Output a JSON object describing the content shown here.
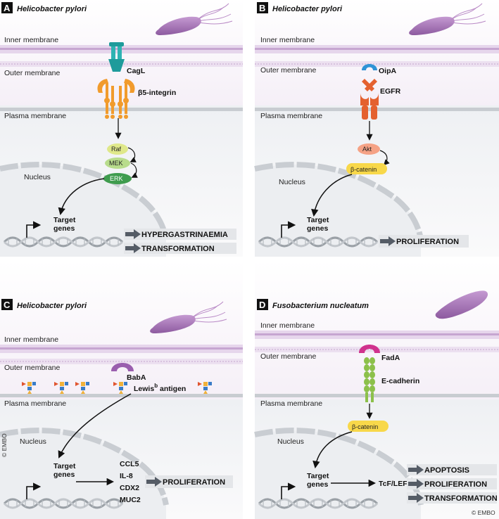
{
  "panels": {
    "A": {
      "letter": "A",
      "organism": "Helicobacter pylori",
      "inner_membrane": "Inner membrane",
      "outer_membrane": "Outer membrane",
      "plasma_membrane": "Plasma membrane",
      "adhesin": "CagL",
      "receptor": "β5-integrin",
      "kinases": [
        "Raf",
        "MEK",
        "ERK"
      ],
      "nucleus": "Nucleus",
      "target_genes": [
        "Target",
        "genes"
      ],
      "outcomes": [
        "HYPERGASTRINAEMIA",
        "TRANSFORMATION"
      ]
    },
    "B": {
      "letter": "B",
      "organism": "Helicobacter pylori",
      "inner_membrane": "Inner membrane",
      "outer_membrane": "Outer membrane",
      "plasma_membrane": "Plasma membrane",
      "adhesin": "OipA",
      "receptor": "EGFR",
      "kinase": "Akt",
      "effector": "β-catenin",
      "nucleus": "Nucleus",
      "target_genes": [
        "Target",
        "genes"
      ],
      "outcomes": [
        "PROLIFERATION"
      ]
    },
    "C": {
      "letter": "C",
      "organism": "Helicobacter pylori",
      "inner_membrane": "Inner membrane",
      "outer_membrane": "Outer membrane",
      "plasma_membrane": "Plasma membrane",
      "adhesin": "BabA",
      "antigen_prefix": "Lewis",
      "antigen_sup": "b",
      "antigen_suffix": " antigen",
      "nucleus": "Nucleus",
      "target_genes": [
        "Target",
        "genes"
      ],
      "genes": [
        "CCL5",
        "IL-8",
        "CDX2",
        "MUC2"
      ],
      "outcomes": [
        "PROLIFERATION"
      ],
      "credit": "© EMBO"
    },
    "D": {
      "letter": "D",
      "organism": "Fusobacterium nucleatum",
      "inner_membrane": "Inner membrane",
      "outer_membrane": "Outer membrane",
      "plasma_membrane": "Plasma membrane",
      "adhesin": "FadA",
      "receptor": "E-cadherin",
      "effector": "β-catenin",
      "nucleus": "Nucleus",
      "target_genes": [
        "Target",
        "genes"
      ],
      "tf": "TcF/LEF",
      "outcomes": [
        "APOPTOSIS",
        "PROLIFERATION",
        "TRANSFORMATION"
      ],
      "credit": "© EMBO"
    }
  },
  "colors": {
    "membrane_band": "#d9c3e0",
    "membrane_line": "#c6a6d1",
    "plasma_line": "#c8ccd1",
    "cell_bg": "#f3f4f6",
    "bacterium": "#a46fb5",
    "outcome_bg": "#e4e6e9",
    "arrow_gray": "#555c66"
  },
  "icons": [
    "bacterium-icon",
    "dna-helix-icon",
    "arrow-icon",
    "glycan-icon"
  ]
}
